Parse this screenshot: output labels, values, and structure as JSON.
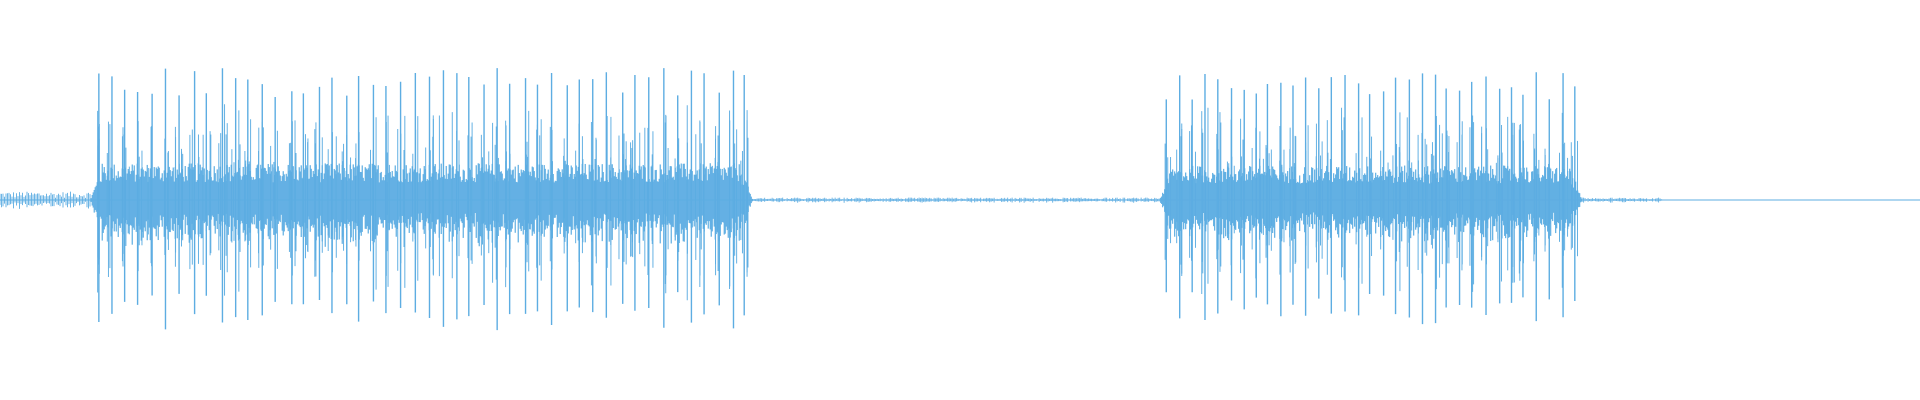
{
  "waveform": {
    "color": "#5DADE2",
    "background": "#FFFFFF",
    "segments": [
      {
        "kind": "low-noise",
        "start": 0.0,
        "end": 0.047,
        "amplitude": 0.035
      },
      {
        "kind": "burst",
        "start": 0.047,
        "end": 0.392,
        "pulse_count": 48,
        "pulse_amplitude": 0.66,
        "body_amplitude": 0.16
      },
      {
        "kind": "low-noise",
        "start": 0.392,
        "end": 0.604,
        "amplitude": 0.01
      },
      {
        "kind": "burst",
        "start": 0.604,
        "end": 0.824,
        "pulse_count": 33,
        "pulse_amplitude": 0.64,
        "body_amplitude": 0.15
      },
      {
        "kind": "low-noise",
        "start": 0.824,
        "end": 0.866,
        "amplitude": 0.01
      }
    ]
  }
}
